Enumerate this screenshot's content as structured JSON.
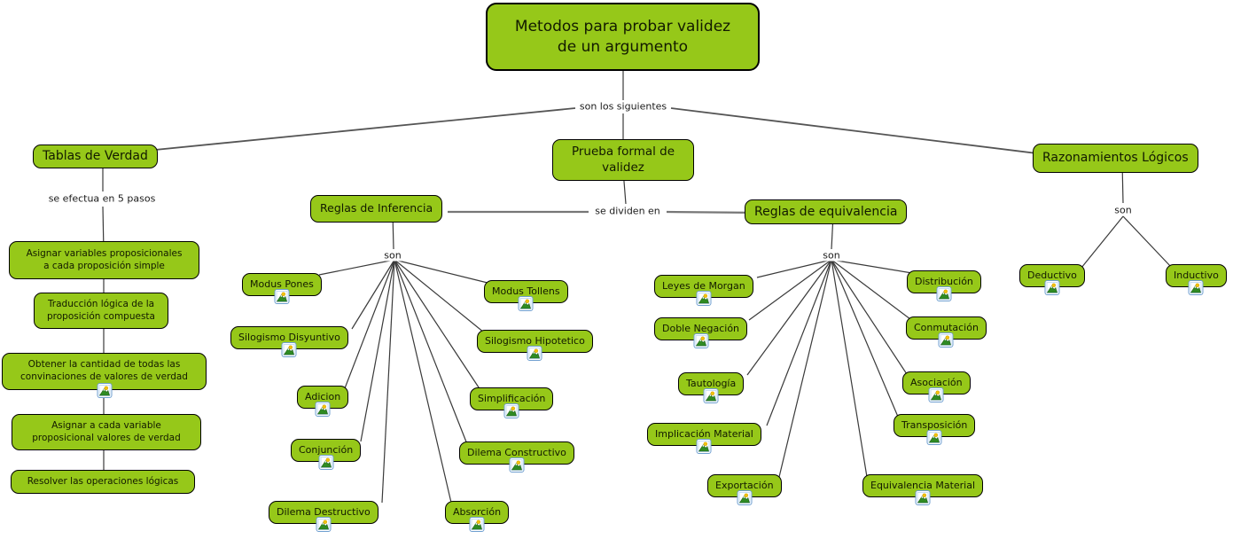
{
  "root": {
    "label": "Metodos para probar validez\nde un argumento"
  },
  "link_labels": {
    "root_children": "son los siguientes",
    "tablas_steps": "se efectua en 5 pasos",
    "prueba_division": "se dividen en",
    "inferencia_son": "son",
    "equivalencia_son": "son",
    "razonamientos_son": "son"
  },
  "tablas": {
    "label": "Tablas de Verdad",
    "steps": [
      {
        "label": "Asignar variables proposicionales\na cada proposición simple"
      },
      {
        "label": "Traducción lógica de la\nproposición compuesta"
      },
      {
        "label": "Obtener la cantidad de todas las\nconvinaciones de valores de verdad",
        "has_image_resource": true
      },
      {
        "label": "Asignar a cada variable\nproposicional valores de verdad"
      },
      {
        "label": "Resolver las operaciones lógicas"
      }
    ]
  },
  "prueba": {
    "label": "Prueba formal de\nvalidez"
  },
  "inferencia": {
    "label": "Reglas de Inferencia",
    "children": [
      {
        "label": "Modus Pones",
        "has_image_resource": true
      },
      {
        "label": "Silogismo Disyuntivo",
        "has_image_resource": true
      },
      {
        "label": "Adicion",
        "has_image_resource": true
      },
      {
        "label": "Conjunción",
        "has_image_resource": true
      },
      {
        "label": "Dilema Destructivo",
        "has_image_resource": true
      },
      {
        "label": "Absorción",
        "has_image_resource": true
      },
      {
        "label": "Dilema Constructivo",
        "has_image_resource": true
      },
      {
        "label": "Simplificación",
        "has_image_resource": true
      },
      {
        "label": "Silogismo Hipotetico",
        "has_image_resource": true
      },
      {
        "label": "Modus Tollens",
        "has_image_resource": true
      }
    ]
  },
  "equivalencia": {
    "label": "Reglas de equivalencia",
    "children": [
      {
        "label": "Leyes de Morgan",
        "has_image_resource": true
      },
      {
        "label": "Doble Negación",
        "has_image_resource": true
      },
      {
        "label": "Tautología",
        "has_image_resource": true
      },
      {
        "label": "Implicación Material",
        "has_image_resource": true
      },
      {
        "label": "Exportación",
        "has_image_resource": true
      },
      {
        "label": "Equivalencia Material",
        "has_image_resource": true
      },
      {
        "label": "Transposición",
        "has_image_resource": true
      },
      {
        "label": "Asociación",
        "has_image_resource": true
      },
      {
        "label": "Conmutación",
        "has_image_resource": true
      },
      {
        "label": "Distribución",
        "has_image_resource": true
      }
    ]
  },
  "razonamientos": {
    "label": "Razonamientos Lógicos",
    "children": [
      {
        "label": "Deductivo",
        "has_image_resource": true
      },
      {
        "label": "Inductivo",
        "has_image_resource": true
      }
    ]
  },
  "colors": {
    "node_fill": "#96C819",
    "node_border": "#000000",
    "connector": "#3a3a3a",
    "background": "#ffffff"
  }
}
